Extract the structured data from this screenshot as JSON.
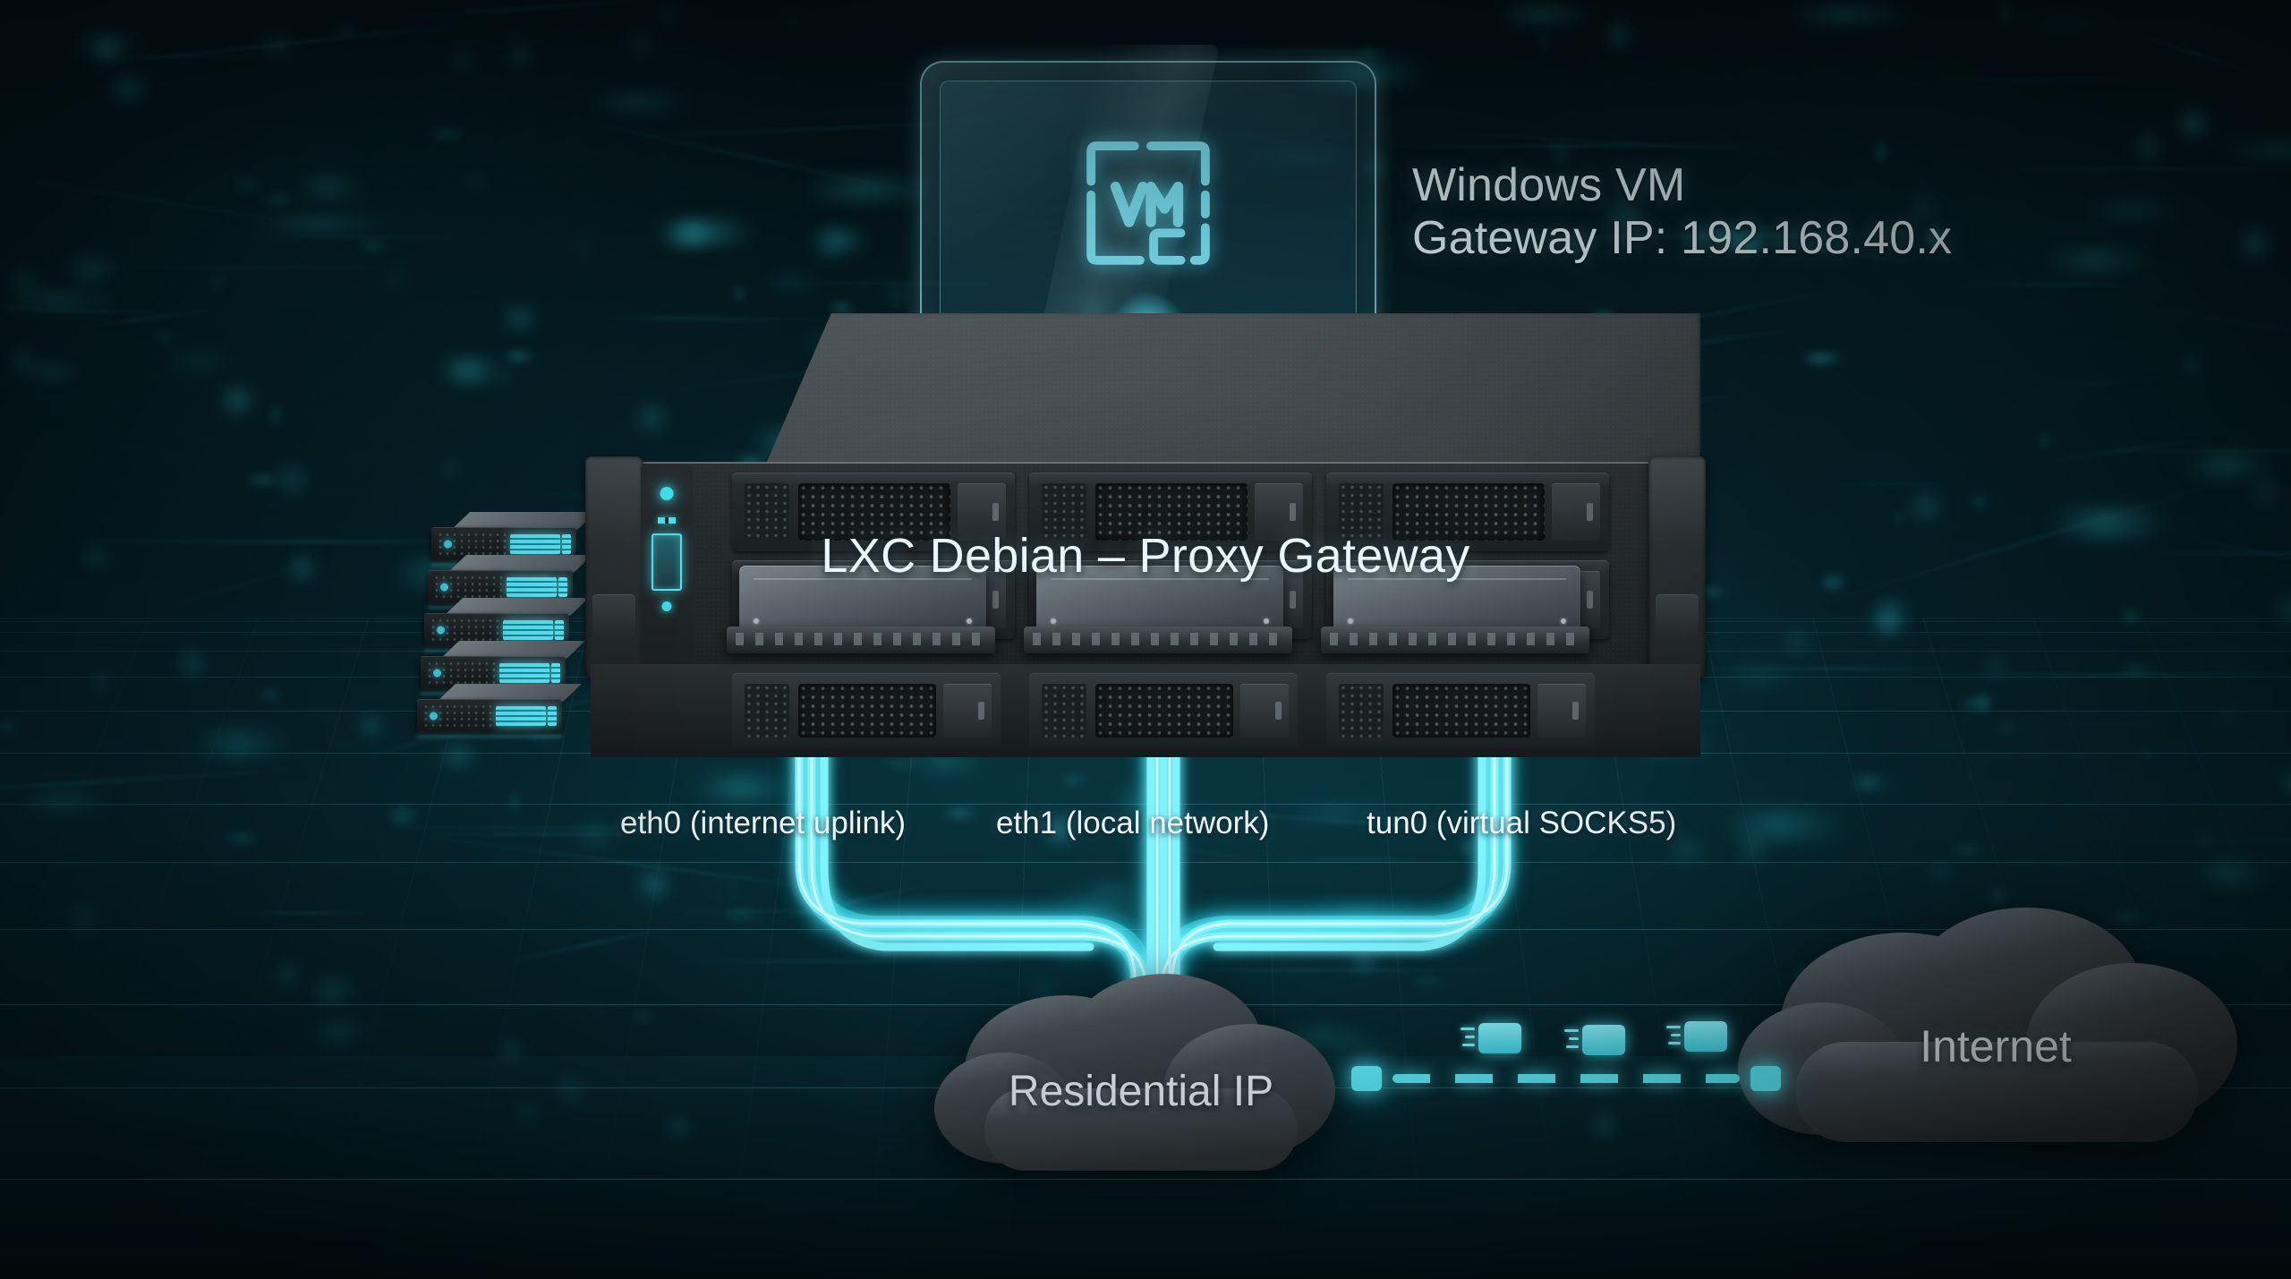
{
  "diagram": {
    "title": "LXC Debian – Proxy Gateway",
    "vm": {
      "icon": "vm-monitor-icon",
      "badge_text": "VM",
      "label_line1": "Windows VM",
      "label_line2": "Gateway IP: 192.168.40.x"
    },
    "server": {
      "name": "LXC Debian – Proxy Gateway",
      "icon": "rack-server-icon"
    },
    "server_stack": {
      "icon": "server-stack-icon",
      "unit_count": 5
    },
    "interfaces": [
      {
        "id": "eth0",
        "label": "eth0 (internet uplink)"
      },
      {
        "id": "eth1",
        "label": "eth1 (local network)"
      },
      {
        "id": "tun0",
        "label": "tun0 (virtual SOCKS5)"
      }
    ],
    "clouds": [
      {
        "id": "residential",
        "label": "Residential IP",
        "icon": "cloud-icon"
      },
      {
        "id": "internet",
        "label": "Internet",
        "icon": "cloud-icon"
      }
    ],
    "link": {
      "style": "dashed",
      "packet_icon": "data-packet-icon",
      "packet_count": 3
    },
    "colors": {
      "accent_cyan": "#4ae8f6",
      "cable_glow": "#5ef2ff",
      "text_primary": "#e8f6f9",
      "background_deep": "#05171c",
      "server_body": "#23282b",
      "cloud_body": "#3a4247"
    }
  }
}
